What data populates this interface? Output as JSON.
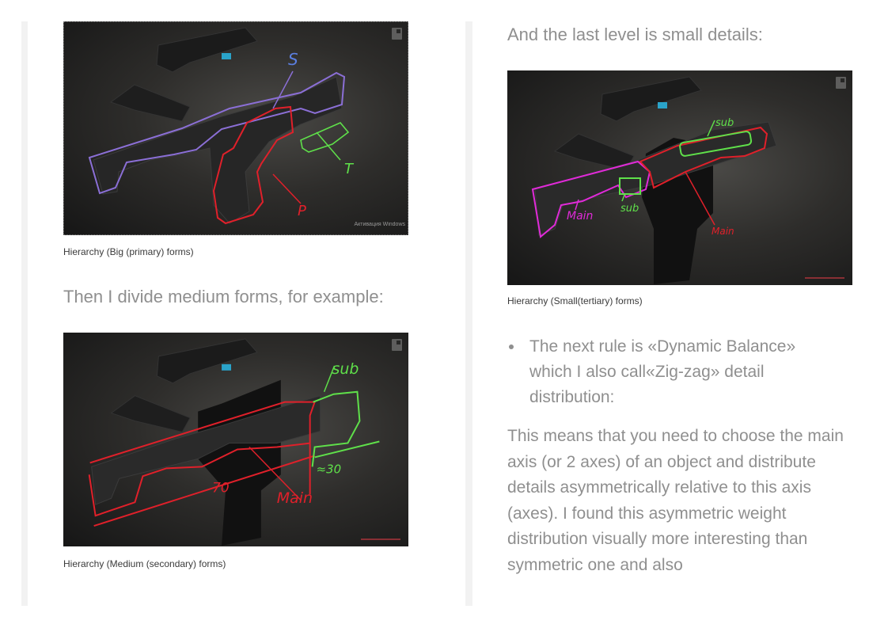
{
  "left_column": {
    "figure1": {
      "image_alt": "Weapon concept with big form outlines",
      "annotations": {
        "s": "S",
        "t": "T",
        "p": "P"
      },
      "watermark": "Активация Windows",
      "caption": "Hierarchy (Big (primary) forms)"
    },
    "heading2": "Then I divide medium forms, for example:",
    "figure2": {
      "image_alt": "Weapon concept with medium form outlines",
      "annotations": {
        "sub": "sub",
        "main": "Main",
        "dim_main": "70",
        "dim_sub": "≈30"
      },
      "caption": "Hierarchy (Medium (secondary) forms)"
    }
  },
  "right_column": {
    "heading1": "And the last level is small details:",
    "figure3": {
      "image_alt": "Weapon concept with small detail outlines",
      "annotations": {
        "sub_top": "sub",
        "sub_bottom": "sub",
        "main_left": "Main",
        "main_right": "Main"
      },
      "caption": "Hierarchy (Small(tertiary) forms)"
    },
    "bullets": [
      "The next rule is «Dynamic Balance» which I also call«Zig-zag» detail distribution:"
    ],
    "paragraph": "This means that you need to choose the main axis (or 2 axes) of an object and distribute details asymmetrically relative to this axis (axes). I found this asymmetric weight distribution visually more interesting than symmetric one and also"
  },
  "colors": {
    "strip": "#f2f2f2",
    "body_text": "#8f8f8f",
    "caption_text": "#3a3a3a",
    "outline_purple": "#8b6fd6",
    "outline_red": "#e0202a",
    "outline_green": "#5fe04a",
    "outline_magenta": "#e02ad8",
    "label_blue": "#5b7fe0"
  }
}
